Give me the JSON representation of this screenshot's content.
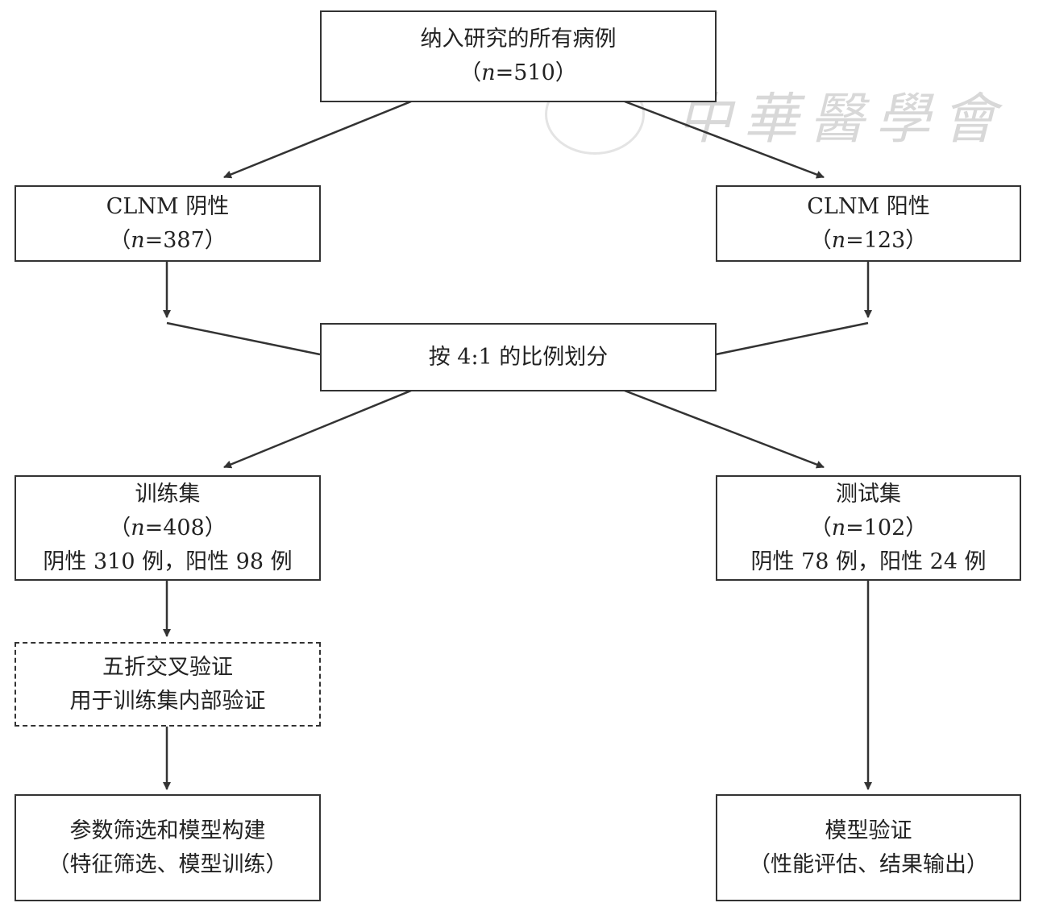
{
  "watermark": "中華醫學會",
  "nodes": {
    "all": {
      "line1": "纳入研究的所有病例",
      "line2": "（n=510）"
    },
    "neg": {
      "line1": "CLNM 阴性",
      "line2": "（n=387）"
    },
    "pos": {
      "line1": "CLNM 阳性",
      "line2": "（n=123）"
    },
    "split": {
      "line1": "按 4:1 的比例划分"
    },
    "train": {
      "line1": "训练集",
      "line2": "（n=408）",
      "line3": "阴性 310 例，阳性 98 例"
    },
    "test": {
      "line1": "测试集",
      "line2": "（n=102）",
      "line3": "阴性 78 例，阳性 24 例"
    },
    "cv": {
      "line1": "五折交叉验证",
      "line2": "用于训练集内部验证"
    },
    "build": {
      "line1": "参数筛选和模型构建",
      "line2": "（特征筛选、模型训练）"
    },
    "validate": {
      "line1": "模型验证",
      "line2": "（性能评估、结果输出）"
    }
  }
}
